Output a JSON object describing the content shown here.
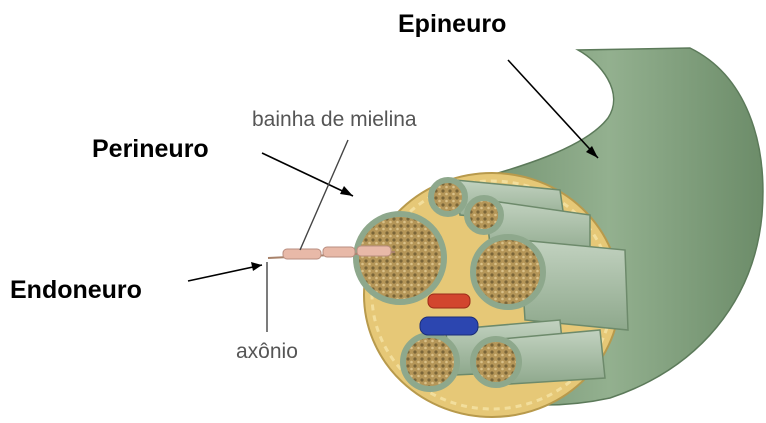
{
  "labels": {
    "epineuro": "Epineuro",
    "perineuro": "Perineuro",
    "endoneuro": "Endoneuro",
    "bainha": "bainha de mielina",
    "axonio": "axônio"
  },
  "colors": {
    "epineurium": "#7fa07d",
    "perineurium": "#9fb9a0",
    "fascicle_fill": "#b89a5e",
    "adipose": "#e8cf7c",
    "artery": "#d2452e",
    "vein": "#2c46b0",
    "myelin": "#e8b9a8"
  }
}
